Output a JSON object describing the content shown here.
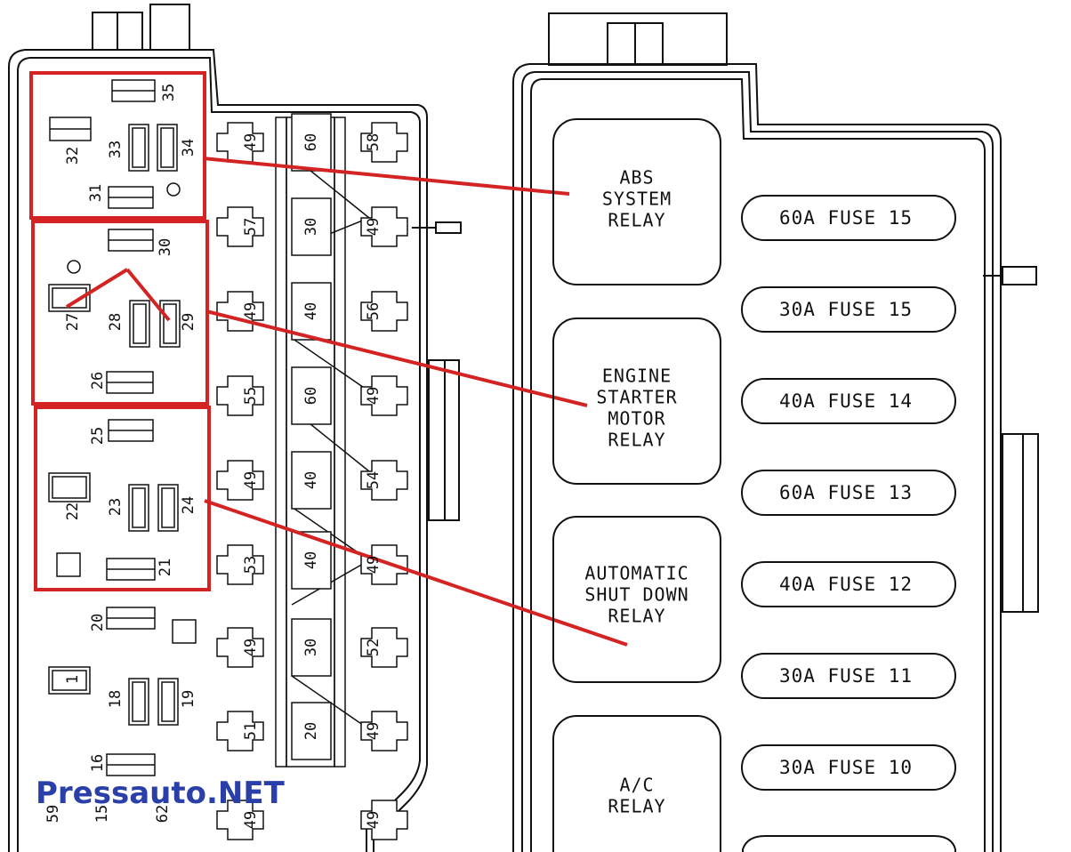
{
  "relays": [
    {
      "id": "abs",
      "lines": [
        "ABS",
        "SYSTEM",
        "RELAY"
      ]
    },
    {
      "id": "starter",
      "lines": [
        "ENGINE",
        "STARTER",
        "MOTOR",
        "RELAY"
      ]
    },
    {
      "id": "asd",
      "lines": [
        "AUTOMATIC",
        "SHUT DOWN",
        "RELAY"
      ]
    },
    {
      "id": "ac",
      "lines": [
        "A/C",
        "RELAY"
      ]
    }
  ],
  "fuses": [
    {
      "label": "60A FUSE 15"
    },
    {
      "label": "30A FUSE 15"
    },
    {
      "label": "40A FUSE 14"
    },
    {
      "label": "60A FUSE 13"
    },
    {
      "label": "40A FUSE 12"
    },
    {
      "label": "30A FUSE 11"
    },
    {
      "label": "30A FUSE 10"
    }
  ],
  "left_block_numbers": {
    "n35": "35",
    "n32": "32",
    "n33": "33",
    "n34": "34",
    "n31": "31",
    "n30": "30",
    "n27": "27",
    "n28": "28",
    "n29": "29",
    "n26": "26",
    "n25": "25",
    "n22": "22",
    "n23": "23",
    "n24": "24",
    "n21": "21",
    "n20": "20",
    "n1": "1",
    "n18": "18",
    "n19": "19",
    "n16": "16",
    "n59": "59",
    "n15": "15",
    "n62": "62"
  },
  "middle_block_numbers": {
    "m49a": "49",
    "m58": "58",
    "m57": "57",
    "m49b": "49",
    "m49c": "49",
    "m56": "56",
    "m55": "55",
    "m49d": "49",
    "m49e": "49",
    "m54": "54",
    "m53": "53",
    "m49f": "49",
    "m49g": "49",
    "m52": "52",
    "m51": "51",
    "m49h": "49",
    "m49i": "49",
    "m49j": "49"
  },
  "fuse_blocks": {
    "f1": "60",
    "f2": "30",
    "f3": "40",
    "f4": "60",
    "f5": "40",
    "f6": "40",
    "f7": "30",
    "f8": "20"
  },
  "watermark": "Pressauto.NET",
  "colors": {
    "callout": "#d42323",
    "line": "#111111",
    "watermark": "#2a3fa8"
  }
}
